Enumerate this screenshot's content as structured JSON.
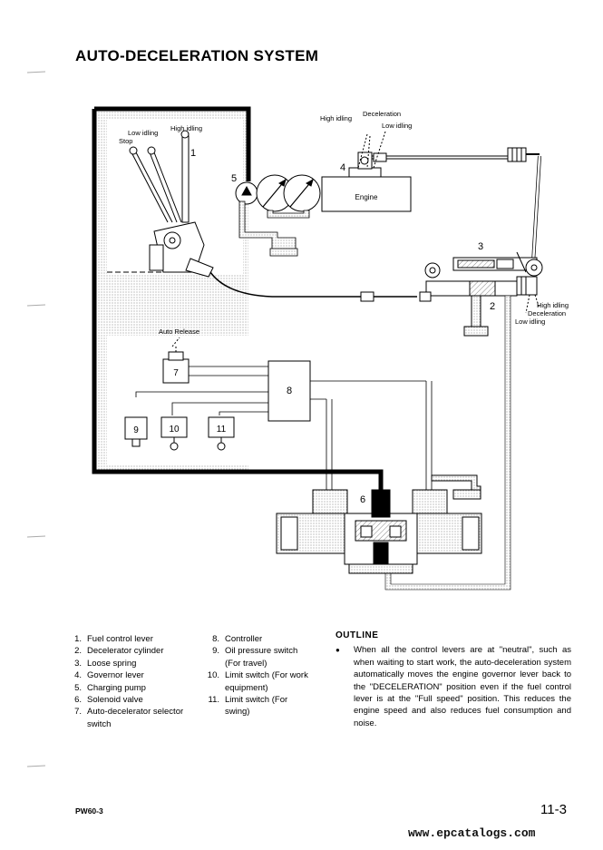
{
  "page": {
    "title": "AUTO-DECELERATION SYSTEM",
    "model": "PW60-3",
    "page_number": "11-3",
    "website": "www.epcatalogs.com"
  },
  "diagram": {
    "lever_labels": {
      "high_idling": "High idling",
      "low_idling": "Low idling",
      "stop": "Stop"
    },
    "governor_labels": {
      "high_idling": "High idling",
      "deceleration": "Deceleration",
      "low_idling": "Low idling"
    },
    "cylinder_labels": {
      "high_idling": "High idling",
      "deceleration": "Deceleration",
      "low_idling": "Low idling"
    },
    "engine_label": "Engine",
    "auto_release_label": "Auto Release",
    "callouts": [
      "1",
      "2",
      "3",
      "4",
      "5",
      "6",
      "7",
      "8",
      "9",
      "10",
      "11"
    ]
  },
  "legend": {
    "items": [
      {
        "num": "1.",
        "text": "Fuel control lever"
      },
      {
        "num": "2.",
        "text": "Decelerator cylinder"
      },
      {
        "num": "3.",
        "text": "Loose spring"
      },
      {
        "num": "4.",
        "text": "Governor lever"
      },
      {
        "num": "5.",
        "text": "Charging pump"
      },
      {
        "num": "6.",
        "text": "Solenoid valve"
      },
      {
        "num": "7.",
        "text": "Auto-decelerator selector switch"
      },
      {
        "num": "8.",
        "text": "Controller"
      },
      {
        "num": "9.",
        "text": "Oil pressure switch (For travel)"
      },
      {
        "num": "10.",
        "text": "Limit switch (For work equipment)"
      },
      {
        "num": "11.",
        "text": "Limit switch (For swing)"
      }
    ]
  },
  "outline": {
    "heading": "OUTLINE",
    "bullet": "●",
    "text": "When all the control levers are at \"neutral\", such as when waiting to start work, the auto-deceleration system automatically moves the engine governor lever back to the \"DECELERATION\" position even if the fuel control lever is at the \"Full speed\" position. This reduces the engine speed and also reduces fuel consumption and noise."
  }
}
